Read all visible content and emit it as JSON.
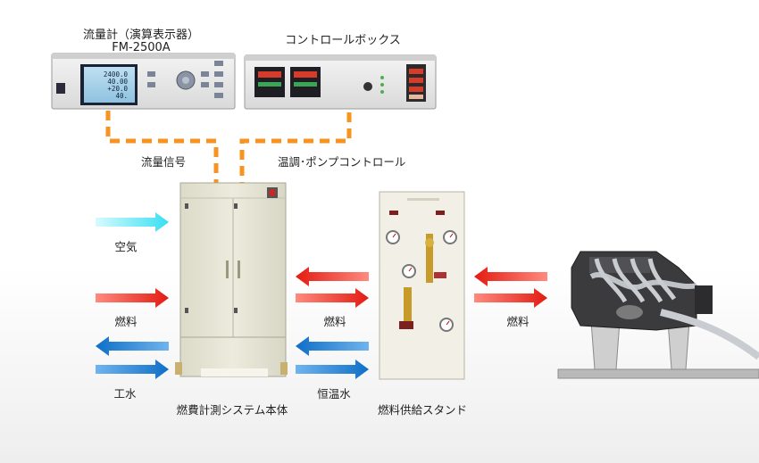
{
  "labels": {
    "flowmeter_line1": "流量計（演算表示器）",
    "flowmeter_line2": "FM-2500A",
    "control_box": "コントロールボックス",
    "flow_signal": "流量信号",
    "temp_pump_control": "温調･ポンプコントロール",
    "air": "空気",
    "fuel_left": "燃料",
    "fuel_middle": "燃料",
    "fuel_right": "燃料",
    "industrial_water": "工水",
    "constant_temp_water": "恒温水",
    "main_unit": "燃費計測システム本体",
    "fuel_supply_stand": "燃料供給スタンド"
  },
  "flowmeter_display": [
    "2400.0",
    "40.00",
    "+20.0",
    "40."
  ],
  "colors": {
    "signal_line": "#f7931e",
    "air_arrow": "#5fe3f2",
    "fuel_arrow": "#e8231c",
    "water_arrow": "#1c7fd1",
    "cabinet": "#e8e6d6",
    "stand": "#f0eee4"
  }
}
